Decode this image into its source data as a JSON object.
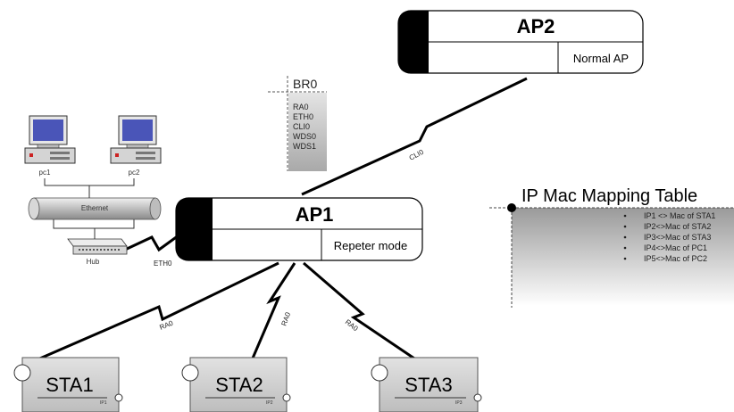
{
  "ap2": {
    "title": "AP2",
    "mode": "Normal AP"
  },
  "ap1": {
    "title": "AP1",
    "mode": "Repeter mode"
  },
  "bridge": {
    "title": "BR0",
    "interfaces": [
      "RA0",
      "ETH0",
      "CLI0",
      "WDS0",
      "WDS1"
    ]
  },
  "links": {
    "cli": "CLI0",
    "eth": "ETH0",
    "ra1": "RA0",
    "ra2": "RA0",
    "ra3": "RA0"
  },
  "pcs": {
    "pc1": "pc1",
    "pc2": "pc2"
  },
  "network": {
    "ethernet": "Ethernet",
    "hub": "Hub"
  },
  "mapping": {
    "title": "IP Mac Mapping Table",
    "items": [
      "IP1 <> Mac of STA1",
      "IP2<>Mac of STA2",
      "IP3<>Mac of STA3",
      "IP4<>Mac of PC1",
      "IP5<>Mac of PC2"
    ]
  },
  "stations": [
    {
      "label": "STA1",
      "ip": "IP1"
    },
    {
      "label": "STA2",
      "ip": "IP2"
    },
    {
      "label": "STA3",
      "ip": "IP3"
    }
  ]
}
